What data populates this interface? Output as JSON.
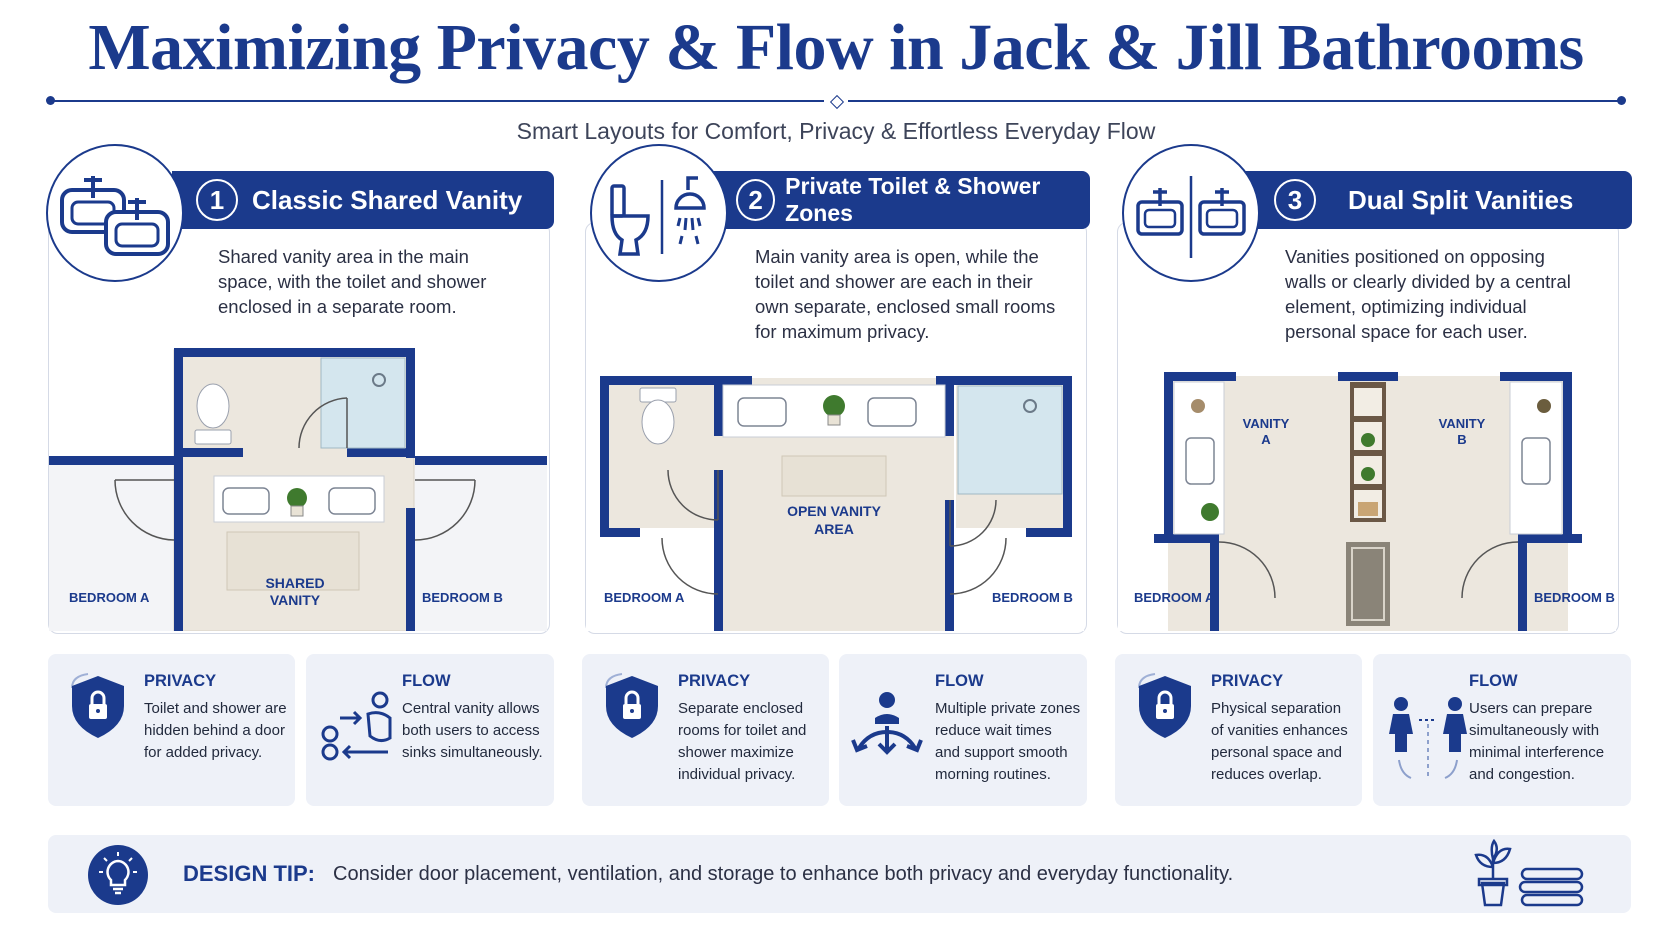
{
  "title": "Maximizing Privacy & Flow in Jack & Jill Bathrooms",
  "subtitle": "Smart Layouts for Comfort, Privacy & Effortless Everyday Flow",
  "layouts": [
    {
      "number": "1",
      "heading": "Classic Shared Vanity",
      "description": [
        "Shared vanity area in the main",
        "space, with the toilet and shower",
        "enclosed in a separate room."
      ],
      "plan_labels": {
        "bedroom_a": "BEDROOM A",
        "bedroom_b": "BEDROOM B",
        "center_1": "SHARED",
        "center_2": "VANITY"
      },
      "privacy": {
        "head": "PRIVACY",
        "lines": [
          "Toilet and shower are",
          "hidden behind a door",
          "for added privacy."
        ]
      },
      "flow": {
        "head": "FLOW",
        "lines": [
          "Central vanity allows",
          "both users to access",
          "sinks simultaneously."
        ]
      }
    },
    {
      "number": "2",
      "heading": "Private Toilet & Shower Zones",
      "description": [
        "Main vanity area is open, while the",
        "toilet and shower are each in their",
        "own separate, enclosed small rooms",
        "for maximum privacy."
      ],
      "plan_labels": {
        "bedroom_a": "BEDROOM A",
        "bedroom_b": "BEDROOM B",
        "center_1": "OPEN VANITY",
        "center_2": "AREA"
      },
      "privacy": {
        "head": "PRIVACY",
        "lines": [
          "Separate enclosed",
          "rooms for toilet and",
          "shower maximize",
          "individual privacy."
        ]
      },
      "flow": {
        "head": "FLOW",
        "lines": [
          "Multiple private zones",
          "reduce wait times",
          "and support smooth",
          "morning routines."
        ]
      }
    },
    {
      "number": "3",
      "heading": "Dual Split Vanities",
      "description": [
        "Vanities positioned on opposing",
        "walls or clearly divided by a central",
        "element, optimizing individual",
        "personal space for each user."
      ],
      "plan_labels": {
        "bedroom_a": "BEDROOM A",
        "bedroom_b": "BEDROOM B",
        "vanity_a_1": "VANITY",
        "vanity_a_2": "A",
        "vanity_b_1": "VANITY",
        "vanity_b_2": "B"
      },
      "privacy": {
        "head": "PRIVACY",
        "lines": [
          "Physical separation",
          "of vanities enhances",
          "personal space and",
          "reduces overlap."
        ]
      },
      "flow": {
        "head": "FLOW",
        "lines": [
          "Users can prepare",
          "simultaneously with",
          "minimal interference",
          "and congestion."
        ]
      }
    }
  ],
  "tip": {
    "label": "DESIGN TIP:",
    "text": "Consider door placement, ventilation, and storage to enhance both privacy and everyday functionality."
  },
  "colors": {
    "navy": "#1b3a8c",
    "panel": "#eef1f8",
    "floor": "#ece7de"
  },
  "icons": [
    "sink-icon",
    "toilet-icon",
    "shower-icon",
    "shield-lock-icon",
    "flow-arrows-icon",
    "lightbulb-icon",
    "plant-icon",
    "towels-icon"
  ]
}
